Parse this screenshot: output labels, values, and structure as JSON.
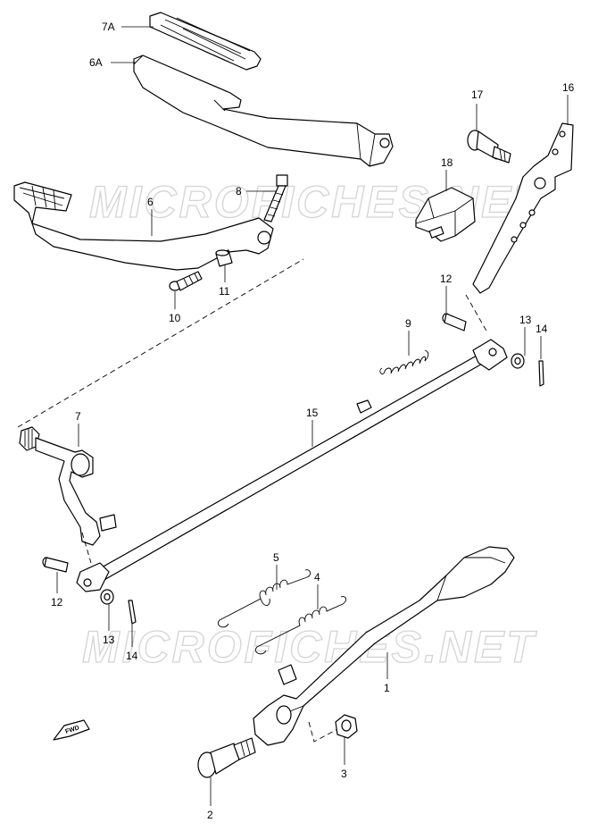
{
  "watermark": "MICROFICHES.NET",
  "fwd_label": "FWD",
  "callouts": {
    "p7A": "7A",
    "p6A": "6A",
    "p17": "17",
    "p16": "16",
    "p18": "18",
    "p8": "8",
    "p6": "6",
    "p11": "11",
    "p10": "10",
    "p12_top": "12",
    "p9": "9",
    "p13_top": "13",
    "p14_top": "14",
    "p7": "7",
    "p15": "15",
    "p5": "5",
    "p4": "4",
    "p12_bottom": "12",
    "p13_bottom": "13",
    "p14_bottom": "14",
    "p1": "1",
    "p3": "3",
    "p2": "2"
  }
}
